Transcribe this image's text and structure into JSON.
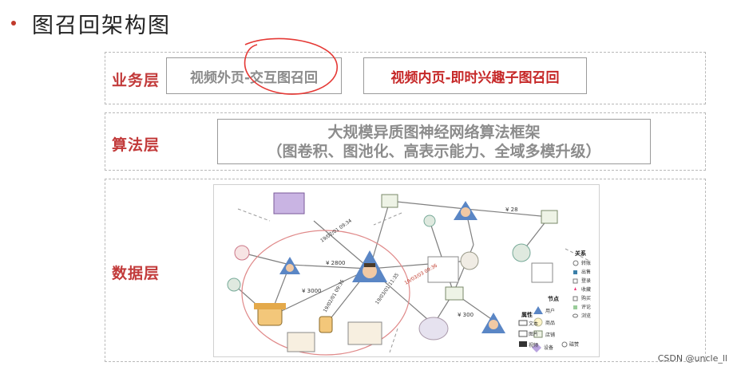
{
  "title": "图召回架构图",
  "layers": {
    "business": {
      "label": "业务层",
      "box1": "视频外页-交互图召回",
      "box2": "视频内页-即时兴趣子图召回"
    },
    "algorithm": {
      "label": "算法层",
      "line1": "大规模异质图神经网络算法框架",
      "line2": "（图卷积、图池化、高表示能力、全域多模升级）"
    },
    "data": {
      "label": "数据层",
      "graph": {
        "edge_values": [
          "¥ 2800",
          "¥ 3000",
          "¥ 28",
          "¥ 300"
        ],
        "timestamps": [
          "19/02/01 09:34",
          "19/03/03 09:36",
          "19/02/01 09:35",
          "19/03/01 11:35"
        ],
        "legend": {
          "relations_title": "关系",
          "relations": [
            "转账",
            "出售",
            "登录",
            "收藏",
            "购买",
            "评论",
            "浏览",
            "磁赞"
          ],
          "nodes_title": "节点",
          "nodes": [
            "用户",
            "商品",
            "店铺",
            "设备"
          ],
          "attrs_title": "属性",
          "attrs": [
            "文本",
            "图片",
            "视频"
          ]
        }
      }
    }
  },
  "watermark": "CSDN @uncle_ll",
  "colors": {
    "accent_red": "#c23a3a",
    "bullet": "#c0392b",
    "annotation_circle": "#e53935",
    "user_node": "#5a86c5",
    "shop_node": "#f3c77a"
  }
}
